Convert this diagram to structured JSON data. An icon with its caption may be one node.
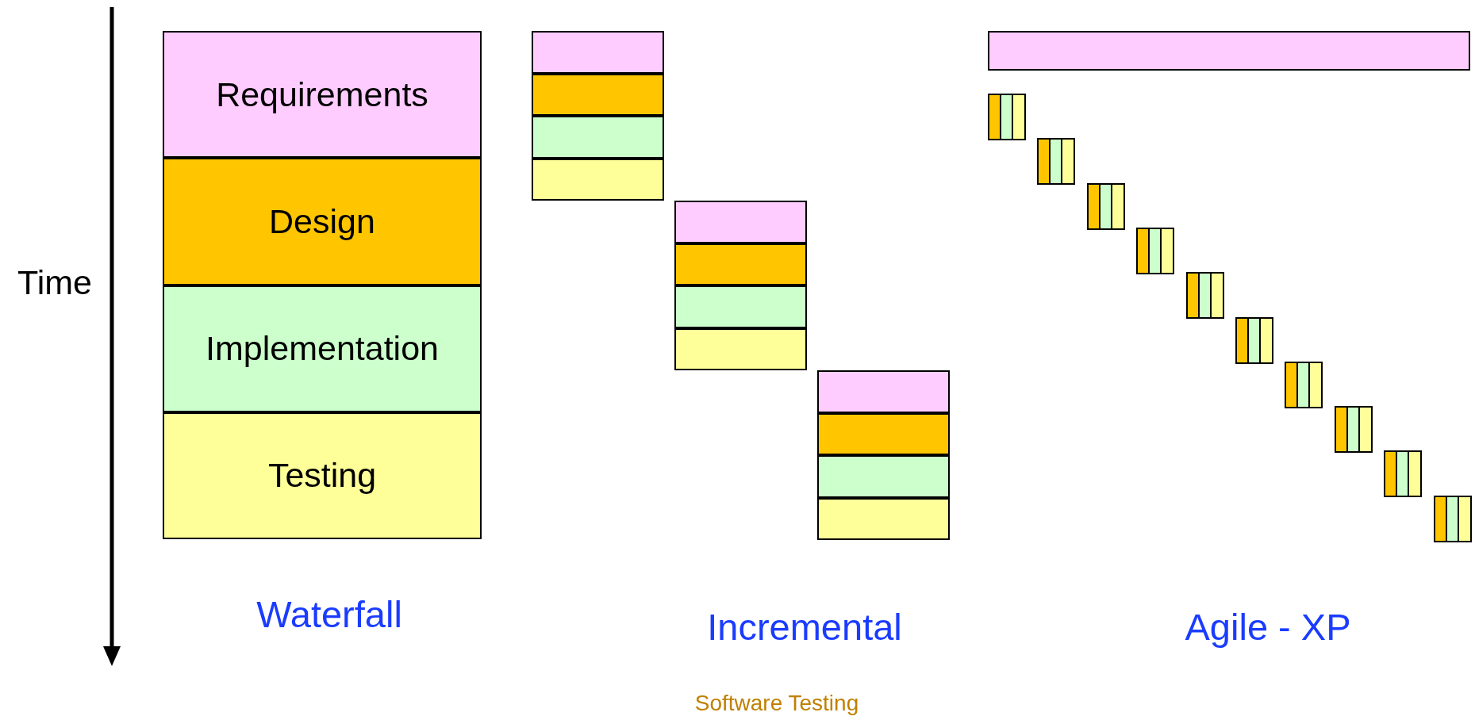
{
  "diagram": {
    "nodes": [
      {
        "text": [
          "Requirements"
        ]
      },
      {
        "text": [
          "Design"
        ]
      },
      {
        "text": [
          "Implementation"
        ]
      },
      {
        "text": [
          "Testing"
        ]
      },
      {
        "text": [],
        "shape": "bar"
      },
      {
        "text": [],
        "shape": "bar"
      },
      {
        "text": [],
        "shape": "bar"
      },
      {
        "text": [],
        "shape": "bar"
      },
      {
        "text": [],
        "shape": "bar"
      },
      {
        "text": [],
        "shape": "bar"
      },
      {
        "text": [],
        "shape": "bar"
      },
      {
        "text": [],
        "shape": "bar"
      },
      {
        "text": [],
        "shape": "bar"
      },
      {
        "text": [],
        "shape": "bar"
      },
      {
        "text": [],
        "shape": "bar"
      },
      {
        "text": [],
        "shape": "bar"
      },
      {
        "text": [],
        "shape": "bar"
      },
      {
        "text": [],
        "shape": "box"
      },
      {
        "text": [],
        "shape": "box"
      },
      {
        "text": [],
        "shape": "box"
      },
      {
        "text": [],
        "shape": "box"
      },
      {
        "text": [],
        "shape": "box"
      },
      {
        "text": [],
        "shape": "box"
      },
      {
        "text": [],
        "shape": "box"
      },
      {
        "text": [],
        "shape": "box"
      },
      {
        "text": [],
        "shape": "box"
      },
      {
        "text": [],
        "shape": "box"
      }
    ],
    "labels": [
      "Time",
      "Waterfall",
      "Incremental",
      "Agile - XP",
      "Software Testing"
    ]
  }
}
